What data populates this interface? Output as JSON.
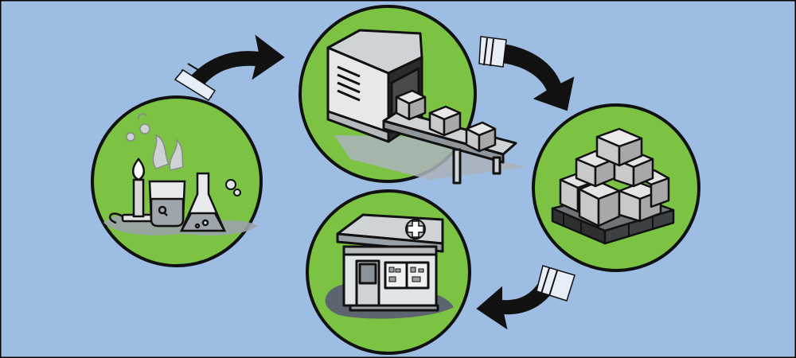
{
  "colors": {
    "background": "#9dbde3",
    "circle_fill": "#7cc243",
    "outline": "#1a1a1a",
    "box_light": "#e4e4e4",
    "box_mid": "#c9c9c9",
    "box_dark": "#a8a8a8",
    "shadow": "#5c6470",
    "arrow": "#111111",
    "cross": "#ffffff"
  },
  "stages": [
    {
      "id": "research",
      "icon": "lab-equipment-icon"
    },
    {
      "id": "manufacturing",
      "icon": "factory-conveyor-icon"
    },
    {
      "id": "distribution",
      "icon": "pallet-boxes-icon"
    },
    {
      "id": "pharmacy",
      "icon": "pharmacy-store-icon"
    }
  ],
  "flow": [
    "research",
    "manufacturing",
    "distribution",
    "pharmacy"
  ],
  "arrows": [
    "arrow-research-to-manufacturing",
    "arrow-manufacturing-to-distribution",
    "arrow-distribution-to-pharmacy"
  ]
}
